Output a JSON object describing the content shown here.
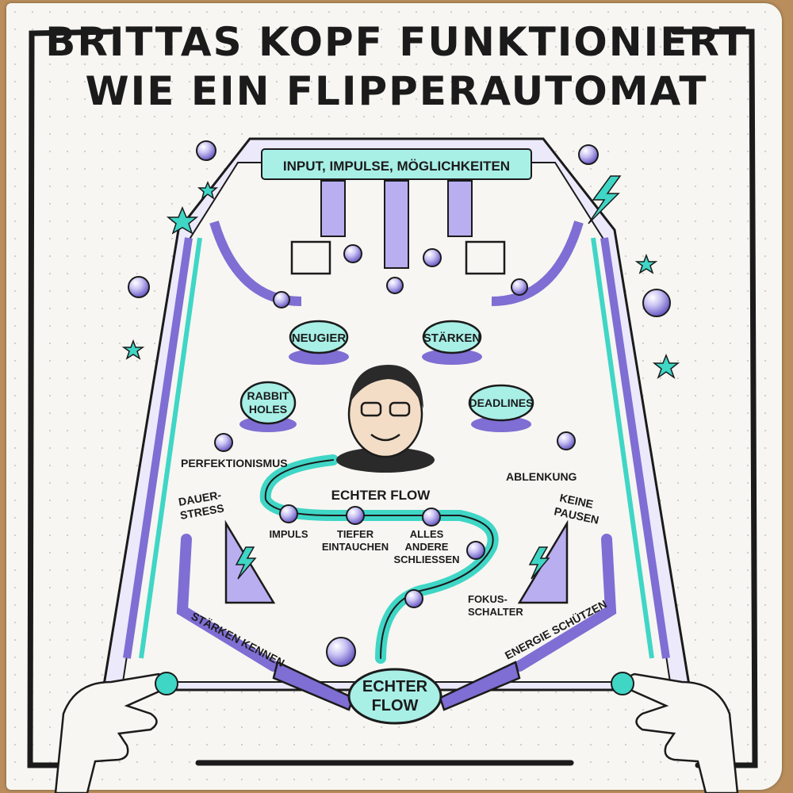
{
  "title": {
    "line1": "BRITTAS KOPF FUNKTIONIERT",
    "line2": "WIE EIN FLIPPERAUTOMAT"
  },
  "board": {
    "top_label": "INPUT, IMPULSE, MÖGLICHKEITEN",
    "bumpers": {
      "neugier": "NEUGIER",
      "staerken": "STÄRKEN",
      "rabbit_holes_1": "RABBIT",
      "rabbit_holes_2": "HOLES",
      "deadlines": "DEADLINES"
    },
    "side_labels": {
      "perfektionismus": "PERFEKTIONISMUS",
      "ablenkung": "ABLENKUNG",
      "dauerstress_1": "DAUER-",
      "dauerstress_2": "STRESS",
      "keine_pausen_1": "KEINE",
      "keine_pausen_2": "PAUSEN"
    },
    "flow_path": {
      "title": "ECHTER FLOW",
      "impuls": "IMPULS",
      "tiefer_1": "TIEFER",
      "tiefer_2": "EINTAUCHEN",
      "alles_1": "ALLES",
      "alles_2": "ANDERE",
      "alles_3": "SCHLIESSEN",
      "fokus_1": "FOKUS-",
      "fokus_2": "SCHALTER"
    },
    "flipper_labels": {
      "left": "STÄRKEN KENNEN",
      "right": "ENERGIE SCHÜTZEN"
    },
    "drain": {
      "line1": "ECHTER",
      "line2": "FLOW"
    }
  },
  "colors": {
    "ink": "#1b1b1b",
    "purple": "#7f6ed3",
    "purple_light": "#b9aef0",
    "teal": "#3fd6c6",
    "teal_light": "#a8efe6",
    "paper": "#f7f6f2",
    "table": "#b98e5c"
  },
  "icons": [
    "pinball-ball-icon",
    "star-icon",
    "lightning-icon",
    "portrait-icon",
    "hand-icon"
  ]
}
